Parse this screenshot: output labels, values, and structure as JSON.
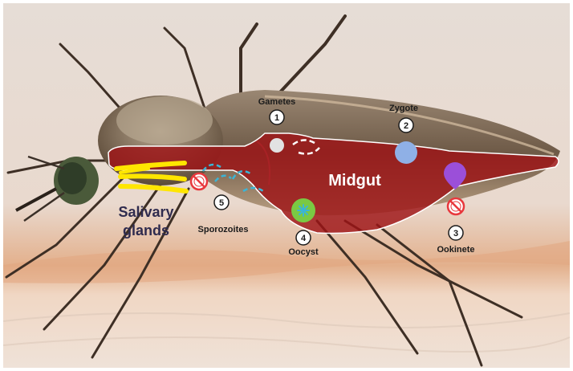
{
  "diagram": {
    "organs": {
      "midgut": "Midgut",
      "salivary_line1": "Salivary",
      "salivary_line2": "glands"
    },
    "stages": [
      {
        "number": "1",
        "label": "Gametes"
      },
      {
        "number": "2",
        "label": "Zygote"
      },
      {
        "number": "3",
        "label": "Ookinete"
      },
      {
        "number": "4",
        "label": "Oocyst"
      },
      {
        "number": "5",
        "label": "Sporozoites"
      }
    ],
    "colors": {
      "gut": "#9e1416",
      "gamete": "#e2e2e2",
      "zygote": "#8fb0e6",
      "ookinete": "#9b4fd9",
      "oocyst": "#7ac943",
      "sporozoite": "#3bb5d6",
      "salivary": "#ffe600",
      "blocked": "#e8383d"
    },
    "icons": [
      "blocked-icon",
      "oocyst-star-icon",
      "sporozoite-curve-icon"
    ]
  }
}
